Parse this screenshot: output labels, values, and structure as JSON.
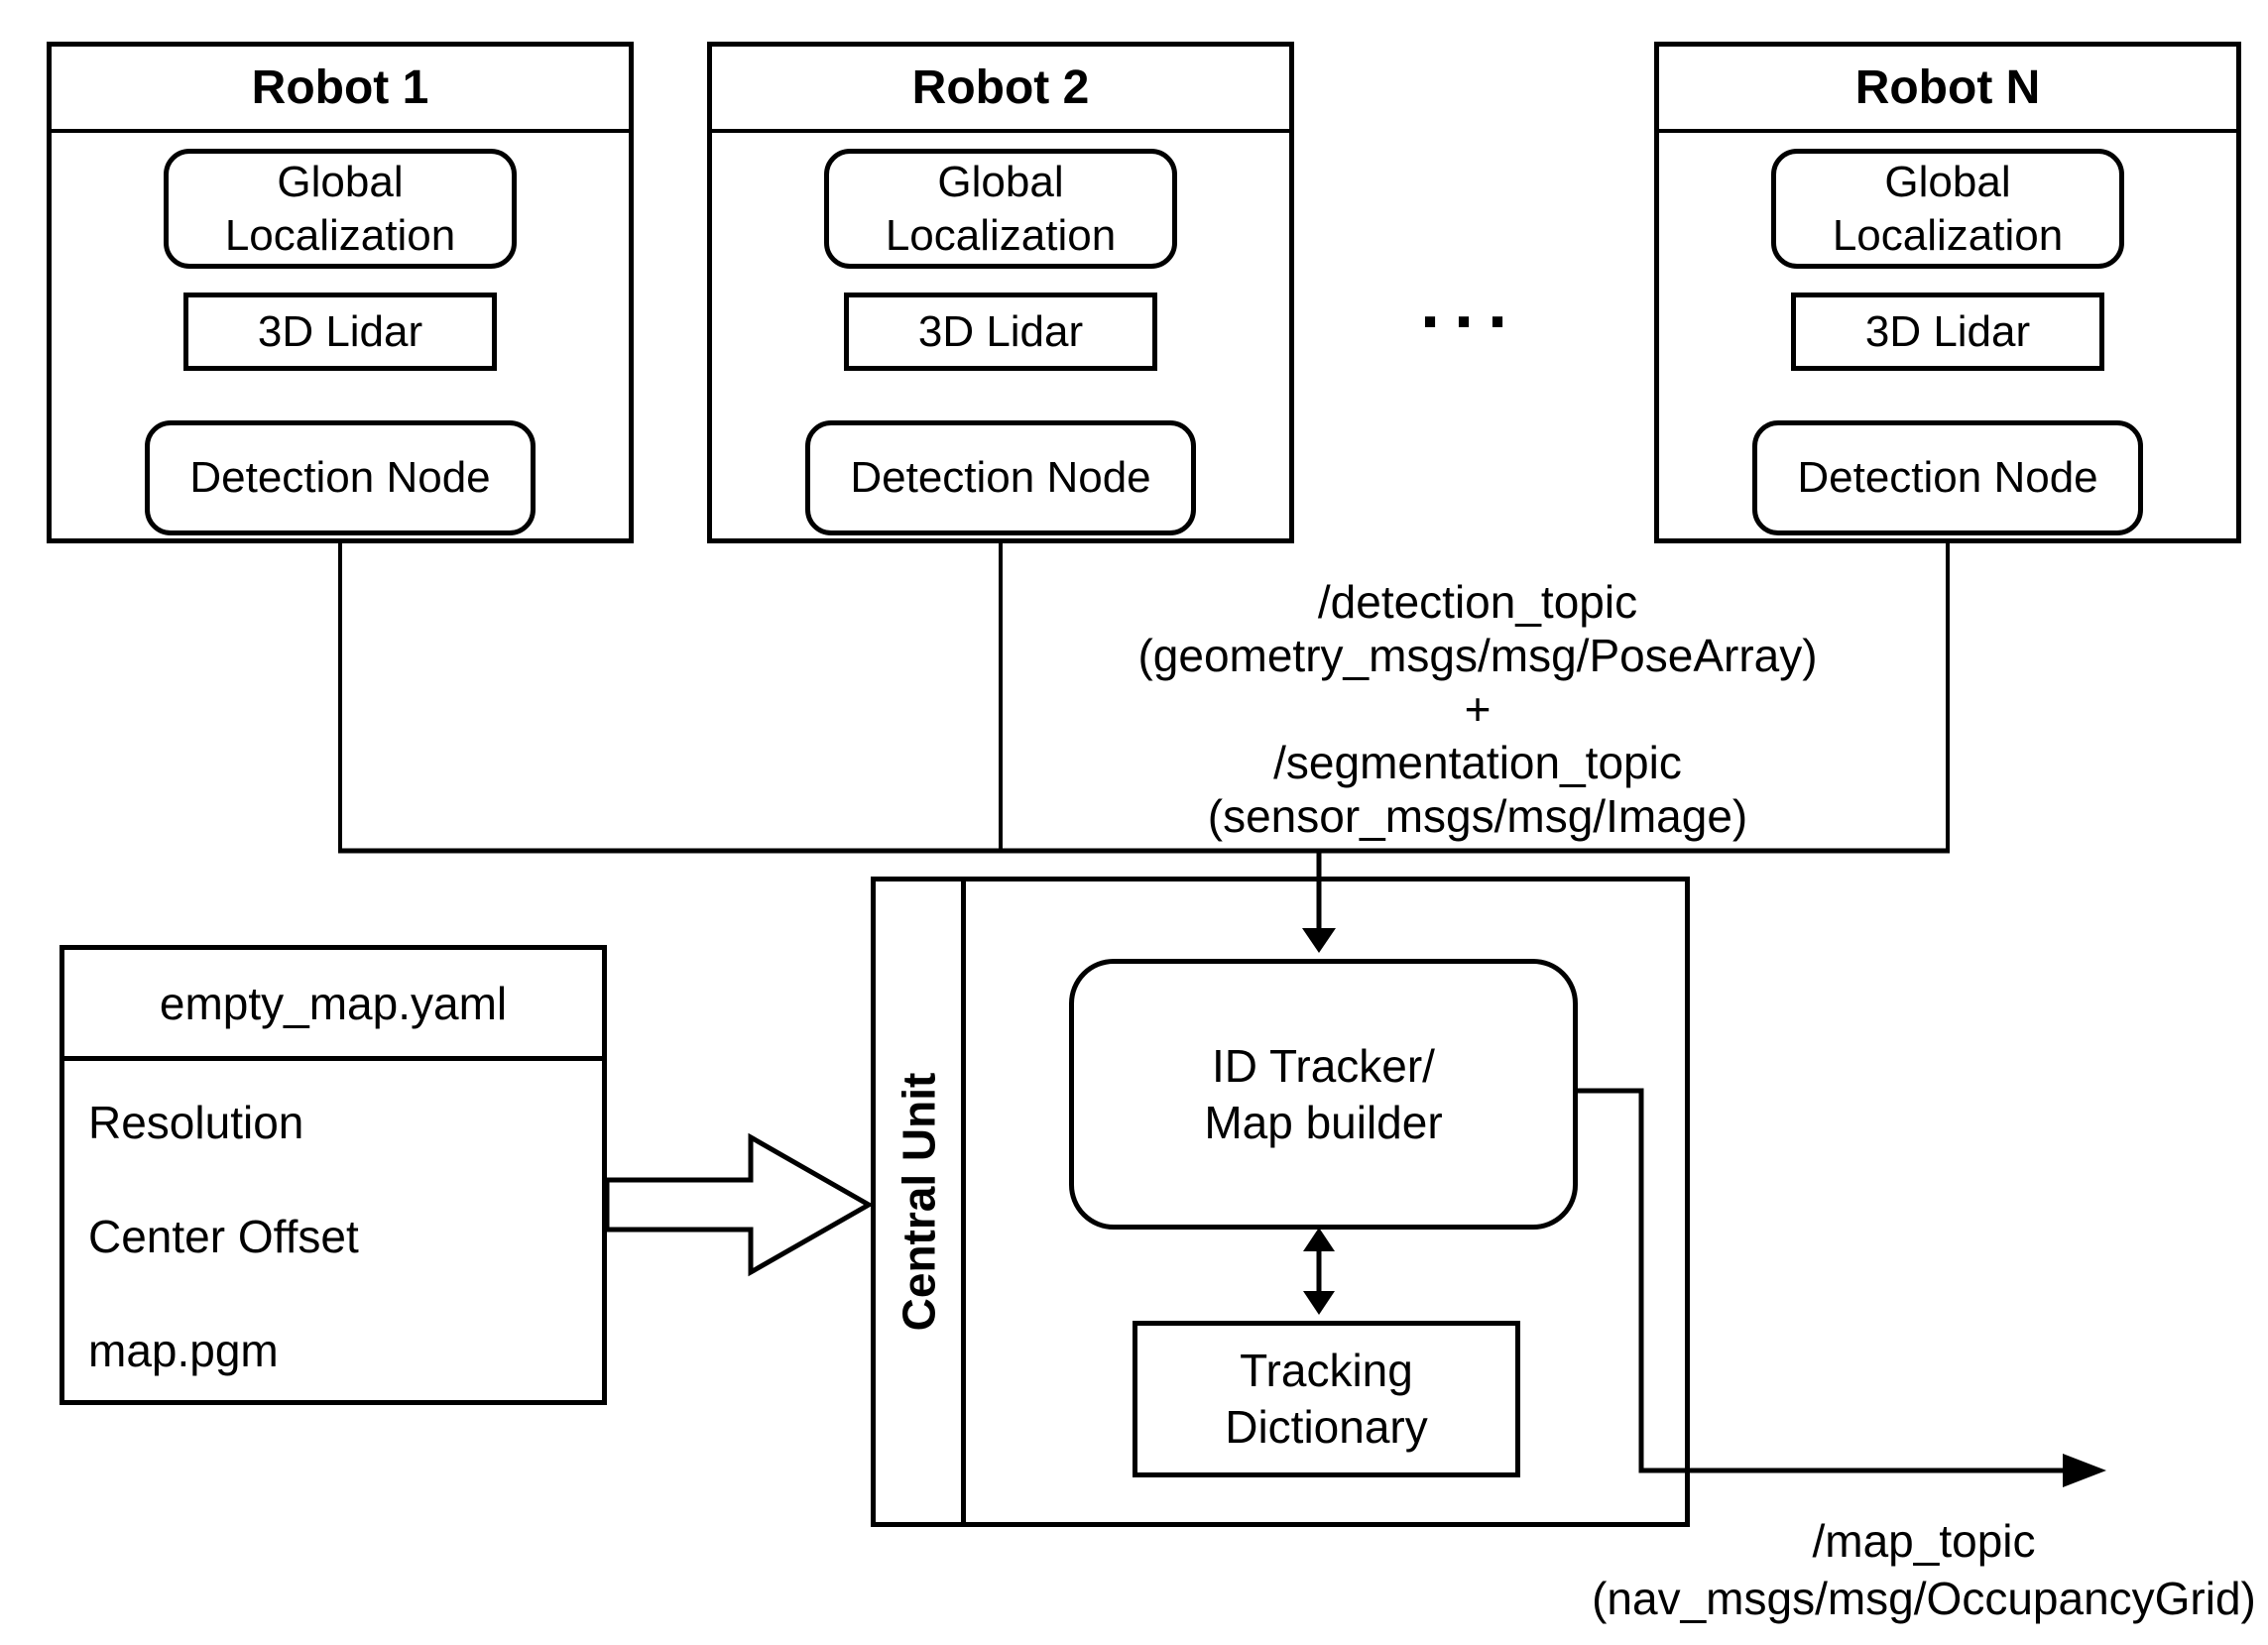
{
  "diagram": {
    "background": "#ffffff",
    "line_color": "#000000"
  },
  "robots": [
    {
      "title": "Robot 1",
      "global_localization": "Global Localization",
      "lidar": "3D Lidar",
      "detection": "Detection Node"
    },
    {
      "title": "Robot 2",
      "global_localization": "Global Localization",
      "lidar": "3D Lidar",
      "detection": "Detection Node"
    },
    {
      "title": "Robot N",
      "global_localization": "Global Localization",
      "lidar": "3D Lidar",
      "detection": "Detection Node"
    }
  ],
  "ellipsis": "···",
  "bus_label": {
    "lines": [
      "/detection_topic",
      "(geometry_msgs/msg/PoseArray)",
      "+",
      "/segmentation_topic",
      "(sensor_msgs/msg/Image)"
    ]
  },
  "map_file": {
    "title": "empty_map.yaml",
    "items": [
      "Resolution",
      "Center Offset",
      "map.pgm"
    ]
  },
  "central_unit": {
    "label": "Central Unit",
    "id_tracker_lines": [
      "ID Tracker/",
      "Map builder"
    ],
    "tracking_dictionary": "Tracking Dictionary"
  },
  "output_label": {
    "lines": [
      "/map_topic",
      "(nav_msgs/msg/OccupancyGrid)"
    ]
  }
}
